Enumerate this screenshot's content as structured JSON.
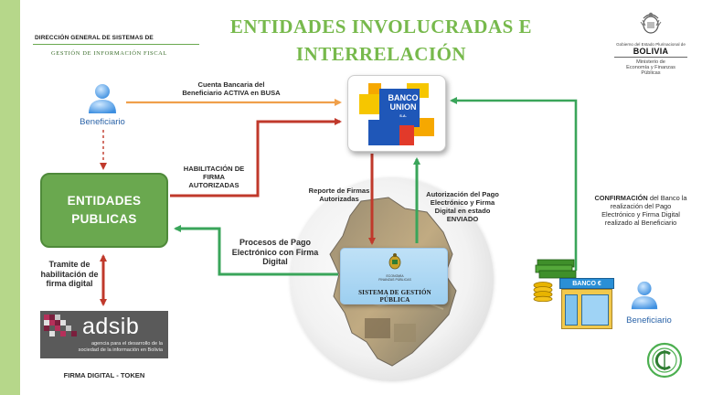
{
  "header": {
    "org_line1": "DIRECCIÓN GENERAL DE SISTEMAS DE",
    "org_line2": "GESTIÓN DE INFORMACIÓN FISCAL",
    "title_line1": "ENTIDADES INVOLUCRADAS E",
    "title_line2": "INTERRELACIÓN"
  },
  "ministry": {
    "gov_text": "Gobierno del Estado Plurinacional de",
    "country": "BOLIVIA",
    "line1": "Ministerio de",
    "line2": "Economía y Finanzas",
    "line3": "Públicas"
  },
  "nodes": {
    "beneficiario_top": "Beneficiario",
    "beneficiario_right": "Beneficiario",
    "entidades_line1": "ENTIDADES",
    "entidades_line2": "PUBLICAS",
    "bank_line1": "BANCO",
    "bank_line2": "UNION",
    "bank_line3": "S.A.",
    "sgp_title": "SISTEMA DE GESTIÓN PÚBLICA",
    "sgp_small1": "ECONOMÍA",
    "sgp_small2": "FINANZAS PÚBLICAS",
    "adsib_word": "adsib",
    "adsib_sub1": "agencia para el desarrollo de la",
    "adsib_sub2": "sociedad de la información en Bolivia",
    "banco_sign": "BANCO €"
  },
  "labels": {
    "cuenta_1": "Cuenta Bancaria del",
    "cuenta_2": "Beneficiario ACTIVA en BUSA",
    "habil_1": "HABILITACIÓN  DE",
    "habil_2": "FIRMA",
    "habil_3": "AUTORIZADAS",
    "reporte_1": "Reporte de Firmas",
    "reporte_2": "Autorizadas",
    "autoriz_1": "Autorización del Pago",
    "autoriz_2": "Electrónico y Firma",
    "autoriz_3": "Digital en estado",
    "autoriz_4": "ENVIADO",
    "procesos_1": "Procesos de Pago",
    "procesos_2": "Electrónico  con Firma",
    "procesos_3": "Digital",
    "tramite_1": "Tramite de",
    "tramite_2": "habilitación  de",
    "tramite_3": "firma digital",
    "confirm_bold": "CONFIRMACIÓN",
    "confirm_1": "  del Banco la",
    "confirm_2": "realización del Pago",
    "confirm_3": "Electrónico y Firma Digital",
    "confirm_4": "realizado al Beneficiario",
    "firma_token": "FIRMA DIGITAL  -  TOKEN"
  },
  "colors": {
    "green_arrow": "#3aa55a",
    "red_arrow": "#c0392b",
    "orange_arrow": "#f0a04b",
    "title_green": "#77b94c",
    "box_green": "#6aa84f"
  }
}
